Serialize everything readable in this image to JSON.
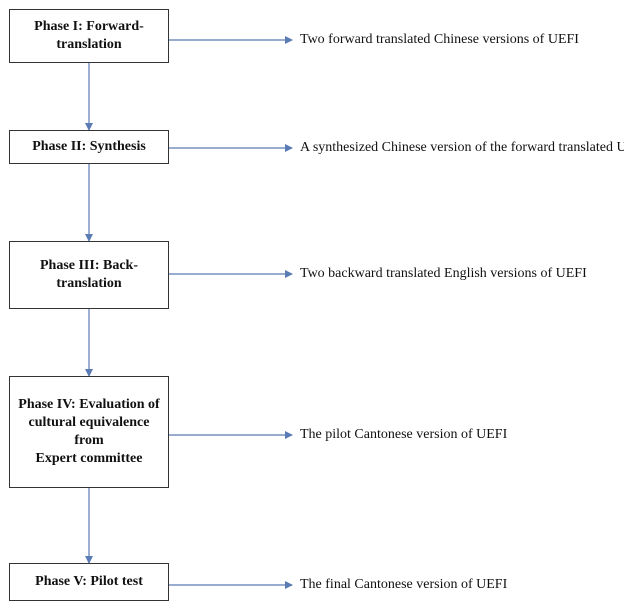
{
  "phases": [
    {
      "label": "Phase I: Forward-translation",
      "label_lines": [
        "Phase I: Forward-",
        "translation"
      ],
      "output": "Two forward translated Chinese versions of UEFI"
    },
    {
      "label": "Phase II: Synthesis",
      "label_lines": [
        "Phase II: Synthesis"
      ],
      "output": "A synthesized Chinese version of the forward translated UEFI"
    },
    {
      "label": "Phase III: Back-translation",
      "label_lines": [
        "Phase III:  Back-translation"
      ],
      "output": "Two backward translated English versions of UEFI"
    },
    {
      "label": "Phase IV: Evaluation of cultural equivalence from Expert committee",
      "label_lines": [
        "Phase IV: Evaluation of",
        "cultural equivalence from",
        "Expert committee"
      ],
      "output": "The pilot Cantonese version of UEFI"
    },
    {
      "label": "Phase V: Pilot test",
      "label_lines": [
        "Phase V: Pilot test"
      ],
      "output": "The final Cantonese version of  UEFI"
    }
  ],
  "colors": {
    "arrow": "#5b7bb5",
    "box_border": "#333333",
    "text": "#111111"
  }
}
